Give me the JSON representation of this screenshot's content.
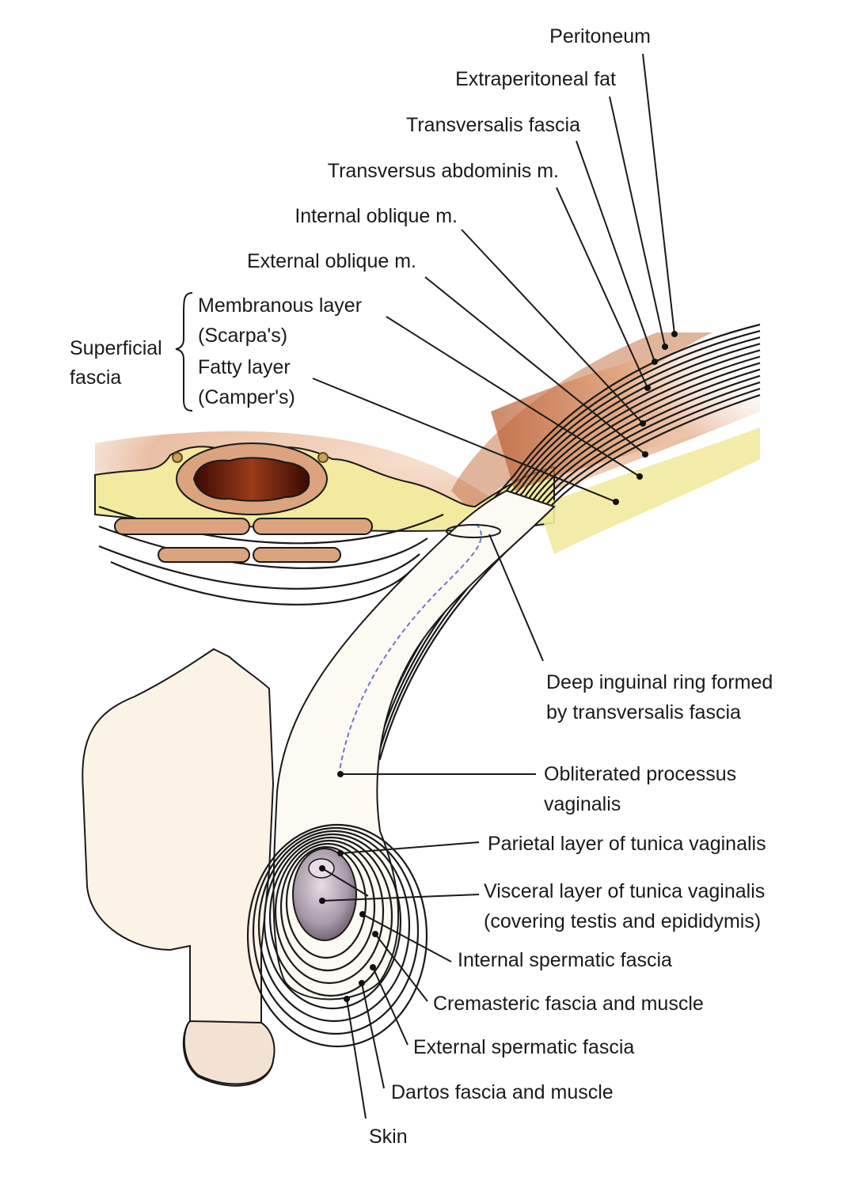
{
  "figure": {
    "title": "Layers of the anterior abdominal wall, inguinal canal and scrotum (sagittal schematic)",
    "colors": {
      "muscle": "#c98f63",
      "muscle_dark": "#a8552e",
      "fat": "#f2ea9e",
      "skin": "#fbf3e6",
      "testis": "#a89aa8",
      "lumen": "#6a1a0c",
      "line": "#1a1a1a"
    },
    "labels": {
      "peritoneum": "Peritoneum",
      "extraperitoneal_fat": "Extraperitoneal fat",
      "transversalis_fascia": "Transversalis fascia",
      "transversus_abdominis": "Transversus abdominis m.",
      "internal_oblique": "Internal oblique m.",
      "external_oblique": "External oblique m.",
      "superficial_fascia_line1": "Superficial",
      "superficial_fascia_line2": "fascia",
      "membranous_line1": "Membranous layer",
      "membranous_line2": "(Scarpa's)",
      "fatty_line1": "Fatty layer",
      "fatty_line2": "(Camper's)",
      "deep_ring_line1": "Deep inguinal ring formed",
      "deep_ring_line2": "by transversalis fascia",
      "processus_line1": "Obliterated processus",
      "processus_line2": "vaginalis",
      "parietal_tv": "Parietal layer of tunica vaginalis",
      "visceral_tv_line1": "Visceral layer of tunica vaginalis",
      "visceral_tv_line2": "(covering testis and epididymis)",
      "internal_spermatic": "Internal spermatic fascia",
      "cremasteric": "Cremasteric fascia and muscle",
      "external_spermatic": "External spermatic fascia",
      "dartos": "Dartos fascia and muscle",
      "skin": "Skin"
    }
  }
}
